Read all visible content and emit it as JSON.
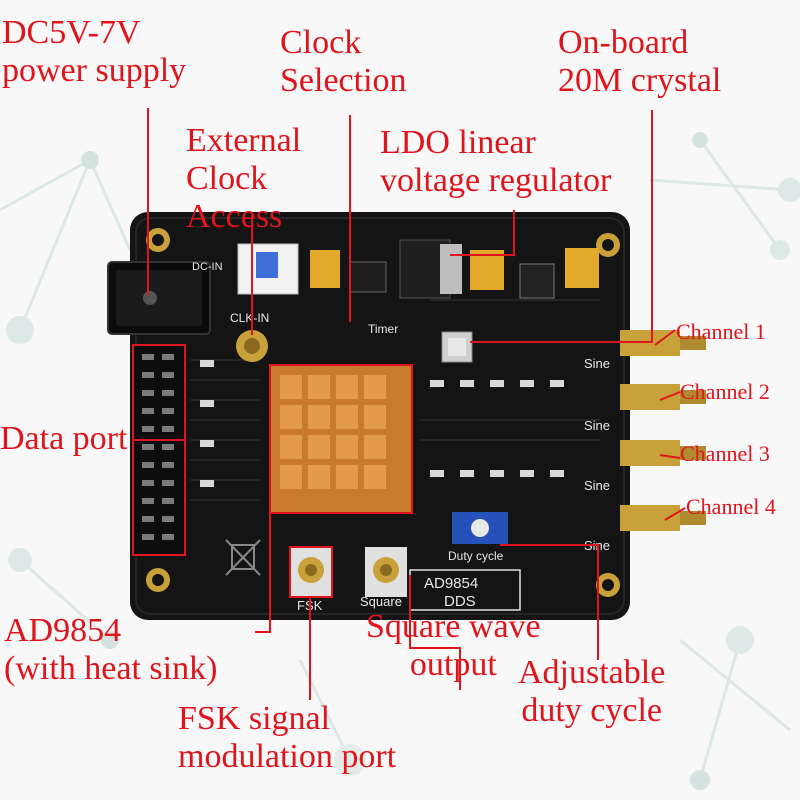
{
  "callouts": {
    "power": {
      "line1": "DC5V-7V",
      "line2": "power supply"
    },
    "clock_selection": {
      "line1": "Clock",
      "line2": "Selection"
    },
    "crystal": {
      "line1": "On-board",
      "line2": "20M crystal"
    },
    "external_clock": {
      "line1": "External",
      "line2": "Clock",
      "line3": "Access"
    },
    "ldo": {
      "line1": "LDO linear",
      "line2": "voltage regulator"
    },
    "data_port": "Data port",
    "channels": [
      "Channel 1",
      "Channel 2",
      "Channel 3",
      "Channel 4"
    ],
    "ad9854": {
      "line1": "AD9854",
      "line2": "(with heat sink)"
    },
    "square_wave": {
      "line1": "Square wave",
      "line2": "output"
    },
    "duty_cycle": {
      "line1": "Adjustable",
      "line2": "duty cycle"
    },
    "fsk": {
      "line1": "FSK signal",
      "line2": "modulation port"
    }
  },
  "board": {
    "silkscreen": {
      "dc_in": "DC-IN",
      "clk_in": "CLK-IN",
      "timer": "Timer",
      "sine": [
        "Sine",
        "Sine",
        "Sine",
        "Sine"
      ],
      "duty_cycle": "Duty cycle",
      "fsk": "FSK",
      "square": "Square",
      "chip_line1": "AD9854",
      "chip_line2": "DDS"
    }
  },
  "colors": {
    "label": "#e0141c",
    "pcb": "#141414",
    "heatsink": "#d98a3a",
    "gold": "#c9a13b",
    "potentiometer": "#2452b8",
    "jumper": "#3d6fd6"
  }
}
